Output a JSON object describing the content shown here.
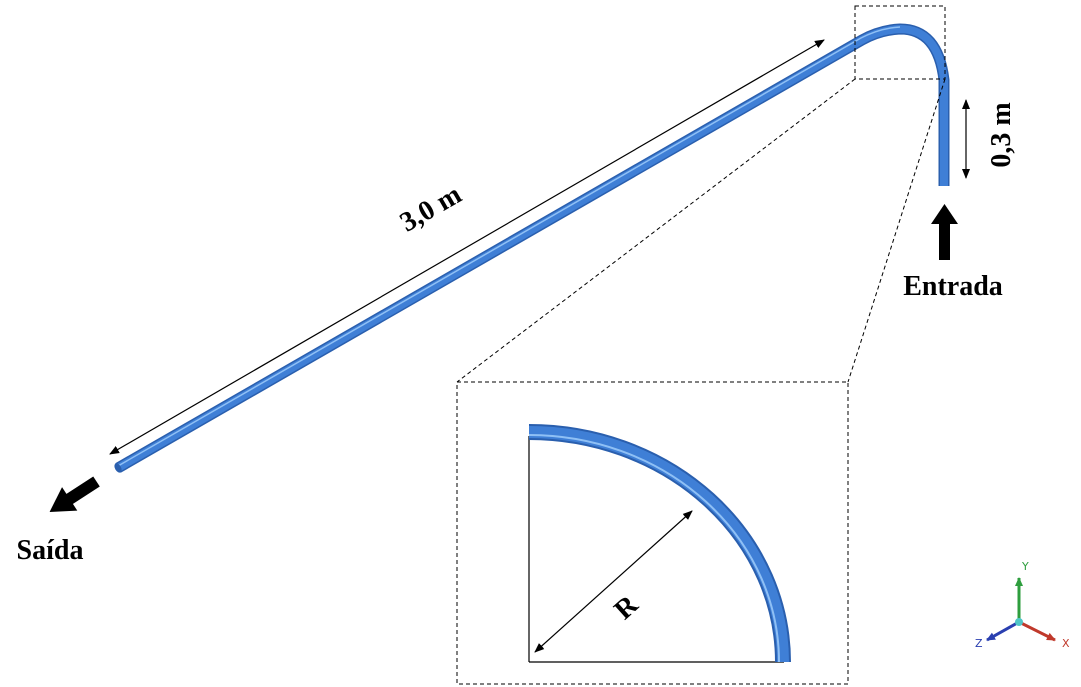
{
  "labels": {
    "length_main": "3,0 m",
    "length_vertical": "0,3 m",
    "inlet": "Entrada",
    "outlet": "Saída",
    "radius": "R"
  },
  "axes": {
    "x": "X",
    "y": "Y",
    "z": "Z"
  },
  "colors": {
    "pipe": "#3f7fd6",
    "pipe_highlight": "#8fc0f5",
    "pipe_shadow": "#2a5fae",
    "axis_x": "#c0392b",
    "axis_y": "#2e9e3e",
    "axis_z": "#2a3fb0",
    "axis_origin": "#4fc6c6"
  },
  "icons": {
    "inlet_arrow": "arrow-up-icon",
    "outlet_arrow": "arrow-down-left-icon"
  }
}
